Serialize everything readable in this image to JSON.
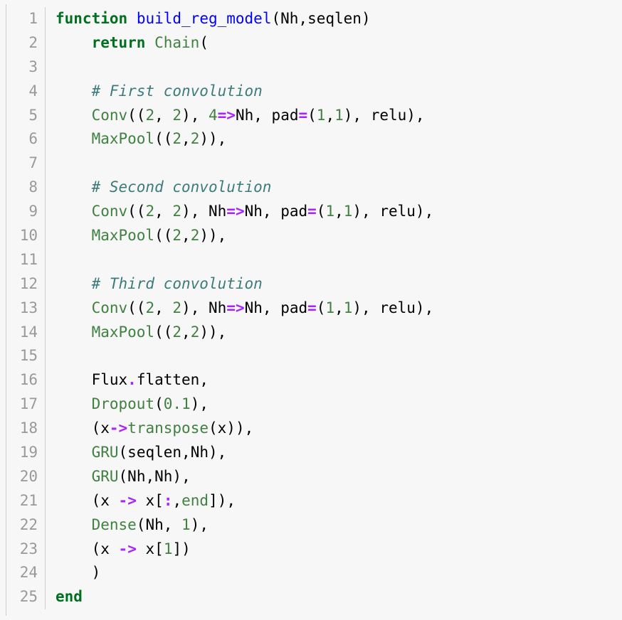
{
  "editor": {
    "language": "julia",
    "background_color": "#f7f7f7",
    "gutter_color": "#999999",
    "total_lines": 25
  },
  "palette": {
    "keyword": "#007020",
    "function_name": "#0000ff",
    "callable": "#408040",
    "number": "#408040",
    "operator": "#aa22ff",
    "comment": "#3d7b7b",
    "text": "#000000",
    "gutter_text": "#999999",
    "background": "#f7f7f7",
    "border": "#d0d0d0"
  },
  "line_numbers": [
    "1",
    "2",
    "3",
    "4",
    "5",
    "6",
    "7",
    "8",
    "9",
    "10",
    "11",
    "12",
    "13",
    "14",
    "15",
    "16",
    "17",
    "18",
    "19",
    "20",
    "21",
    "22",
    "23",
    "24",
    "25"
  ],
  "code_lines": [
    {
      "n": 1,
      "text": "function build_reg_model(Nh,seqlen)",
      "tokens": [
        {
          "t": "function",
          "c": "kw"
        },
        {
          "t": " ",
          "c": "punct"
        },
        {
          "t": "build_reg_model",
          "c": "fname"
        },
        {
          "t": "(",
          "c": "punct"
        },
        {
          "t": "Nh",
          "c": "name"
        },
        {
          "t": ",",
          "c": "punct"
        },
        {
          "t": "seqlen",
          "c": "name"
        },
        {
          "t": ")",
          "c": "punct"
        }
      ]
    },
    {
      "n": 2,
      "text": "    return Chain(",
      "tokens": [
        {
          "t": "    ",
          "c": "punct"
        },
        {
          "t": "return",
          "c": "kw"
        },
        {
          "t": " ",
          "c": "punct"
        },
        {
          "t": "Chain",
          "c": "fn"
        },
        {
          "t": "(",
          "c": "punct"
        }
      ]
    },
    {
      "n": 3,
      "text": "",
      "tokens": []
    },
    {
      "n": 4,
      "text": "    # First convolution",
      "tokens": [
        {
          "t": "    ",
          "c": "punct"
        },
        {
          "t": "# First convolution",
          "c": "comment"
        }
      ]
    },
    {
      "n": 5,
      "text": "    Conv((2, 2), 4=>Nh, pad=(1,1), relu),",
      "tokens": [
        {
          "t": "    ",
          "c": "punct"
        },
        {
          "t": "Conv",
          "c": "fn"
        },
        {
          "t": "((",
          "c": "punct"
        },
        {
          "t": "2",
          "c": "num"
        },
        {
          "t": ", ",
          "c": "punct"
        },
        {
          "t": "2",
          "c": "num"
        },
        {
          "t": "), ",
          "c": "punct"
        },
        {
          "t": "4",
          "c": "num"
        },
        {
          "t": "=>",
          "c": "op"
        },
        {
          "t": "Nh",
          "c": "name"
        },
        {
          "t": ", ",
          "c": "punct"
        },
        {
          "t": "pad",
          "c": "name"
        },
        {
          "t": "=",
          "c": "op"
        },
        {
          "t": "(",
          "c": "punct"
        },
        {
          "t": "1",
          "c": "num"
        },
        {
          "t": ",",
          "c": "punct"
        },
        {
          "t": "1",
          "c": "num"
        },
        {
          "t": "), ",
          "c": "punct"
        },
        {
          "t": "relu",
          "c": "name"
        },
        {
          "t": "),",
          "c": "punct"
        }
      ]
    },
    {
      "n": 6,
      "text": "    MaxPool((2,2)),",
      "tokens": [
        {
          "t": "    ",
          "c": "punct"
        },
        {
          "t": "MaxPool",
          "c": "fn"
        },
        {
          "t": "((",
          "c": "punct"
        },
        {
          "t": "2",
          "c": "num"
        },
        {
          "t": ",",
          "c": "punct"
        },
        {
          "t": "2",
          "c": "num"
        },
        {
          "t": ")),",
          "c": "punct"
        }
      ]
    },
    {
      "n": 7,
      "text": "",
      "tokens": []
    },
    {
      "n": 8,
      "text": "    # Second convolution",
      "tokens": [
        {
          "t": "    ",
          "c": "punct"
        },
        {
          "t": "# Second convolution",
          "c": "comment"
        }
      ]
    },
    {
      "n": 9,
      "text": "    Conv((2, 2), Nh=>Nh, pad=(1,1), relu),",
      "tokens": [
        {
          "t": "    ",
          "c": "punct"
        },
        {
          "t": "Conv",
          "c": "fn"
        },
        {
          "t": "((",
          "c": "punct"
        },
        {
          "t": "2",
          "c": "num"
        },
        {
          "t": ", ",
          "c": "punct"
        },
        {
          "t": "2",
          "c": "num"
        },
        {
          "t": "), ",
          "c": "punct"
        },
        {
          "t": "Nh",
          "c": "name"
        },
        {
          "t": "=>",
          "c": "op"
        },
        {
          "t": "Nh",
          "c": "name"
        },
        {
          "t": ", ",
          "c": "punct"
        },
        {
          "t": "pad",
          "c": "name"
        },
        {
          "t": "=",
          "c": "op"
        },
        {
          "t": "(",
          "c": "punct"
        },
        {
          "t": "1",
          "c": "num"
        },
        {
          "t": ",",
          "c": "punct"
        },
        {
          "t": "1",
          "c": "num"
        },
        {
          "t": "), ",
          "c": "punct"
        },
        {
          "t": "relu",
          "c": "name"
        },
        {
          "t": "),",
          "c": "punct"
        }
      ]
    },
    {
      "n": 10,
      "text": "    MaxPool((2,2)),",
      "tokens": [
        {
          "t": "    ",
          "c": "punct"
        },
        {
          "t": "MaxPool",
          "c": "fn"
        },
        {
          "t": "((",
          "c": "punct"
        },
        {
          "t": "2",
          "c": "num"
        },
        {
          "t": ",",
          "c": "punct"
        },
        {
          "t": "2",
          "c": "num"
        },
        {
          "t": ")),",
          "c": "punct"
        }
      ]
    },
    {
      "n": 11,
      "text": "",
      "tokens": []
    },
    {
      "n": 12,
      "text": "    # Third convolution",
      "tokens": [
        {
          "t": "    ",
          "c": "punct"
        },
        {
          "t": "# Third convolution",
          "c": "comment"
        }
      ]
    },
    {
      "n": 13,
      "text": "    Conv((2, 2), Nh=>Nh, pad=(1,1), relu),",
      "tokens": [
        {
          "t": "    ",
          "c": "punct"
        },
        {
          "t": "Conv",
          "c": "fn"
        },
        {
          "t": "((",
          "c": "punct"
        },
        {
          "t": "2",
          "c": "num"
        },
        {
          "t": ", ",
          "c": "punct"
        },
        {
          "t": "2",
          "c": "num"
        },
        {
          "t": "), ",
          "c": "punct"
        },
        {
          "t": "Nh",
          "c": "name"
        },
        {
          "t": "=>",
          "c": "op"
        },
        {
          "t": "Nh",
          "c": "name"
        },
        {
          "t": ", ",
          "c": "punct"
        },
        {
          "t": "pad",
          "c": "name"
        },
        {
          "t": "=",
          "c": "op"
        },
        {
          "t": "(",
          "c": "punct"
        },
        {
          "t": "1",
          "c": "num"
        },
        {
          "t": ",",
          "c": "punct"
        },
        {
          "t": "1",
          "c": "num"
        },
        {
          "t": "), ",
          "c": "punct"
        },
        {
          "t": "relu",
          "c": "name"
        },
        {
          "t": "),",
          "c": "punct"
        }
      ]
    },
    {
      "n": 14,
      "text": "    MaxPool((2,2)),",
      "tokens": [
        {
          "t": "    ",
          "c": "punct"
        },
        {
          "t": "MaxPool",
          "c": "fn"
        },
        {
          "t": "((",
          "c": "punct"
        },
        {
          "t": "2",
          "c": "num"
        },
        {
          "t": ",",
          "c": "punct"
        },
        {
          "t": "2",
          "c": "num"
        },
        {
          "t": ")),",
          "c": "punct"
        }
      ]
    },
    {
      "n": 15,
      "text": "",
      "tokens": []
    },
    {
      "n": 16,
      "text": "    Flux.flatten,",
      "tokens": [
        {
          "t": "    ",
          "c": "punct"
        },
        {
          "t": "Flux",
          "c": "name"
        },
        {
          "t": ".",
          "c": "op"
        },
        {
          "t": "flatten",
          "c": "name"
        },
        {
          "t": ",",
          "c": "punct"
        }
      ]
    },
    {
      "n": 17,
      "text": "    Dropout(0.1),",
      "tokens": [
        {
          "t": "    ",
          "c": "punct"
        },
        {
          "t": "Dropout",
          "c": "fn"
        },
        {
          "t": "(",
          "c": "punct"
        },
        {
          "t": "0.1",
          "c": "num"
        },
        {
          "t": "),",
          "c": "punct"
        }
      ]
    },
    {
      "n": 18,
      "text": "    (x->transpose(x)),",
      "tokens": [
        {
          "t": "    ",
          "c": "punct"
        },
        {
          "t": "(",
          "c": "punct"
        },
        {
          "t": "x",
          "c": "name"
        },
        {
          "t": "->",
          "c": "op"
        },
        {
          "t": "transpose",
          "c": "fn"
        },
        {
          "t": "(",
          "c": "punct"
        },
        {
          "t": "x",
          "c": "name"
        },
        {
          "t": ")),",
          "c": "punct"
        }
      ]
    },
    {
      "n": 19,
      "text": "    GRU(seqlen,Nh),",
      "tokens": [
        {
          "t": "    ",
          "c": "punct"
        },
        {
          "t": "GRU",
          "c": "fn"
        },
        {
          "t": "(",
          "c": "punct"
        },
        {
          "t": "seqlen",
          "c": "name"
        },
        {
          "t": ",",
          "c": "punct"
        },
        {
          "t": "Nh",
          "c": "name"
        },
        {
          "t": "),",
          "c": "punct"
        }
      ]
    },
    {
      "n": 20,
      "text": "    GRU(Nh,Nh),",
      "tokens": [
        {
          "t": "    ",
          "c": "punct"
        },
        {
          "t": "GRU",
          "c": "fn"
        },
        {
          "t": "(",
          "c": "punct"
        },
        {
          "t": "Nh",
          "c": "name"
        },
        {
          "t": ",",
          "c": "punct"
        },
        {
          "t": "Nh",
          "c": "name"
        },
        {
          "t": "),",
          "c": "punct"
        }
      ]
    },
    {
      "n": 21,
      "text": "    (x -> x[:,end]),",
      "tokens": [
        {
          "t": "    ",
          "c": "punct"
        },
        {
          "t": "(",
          "c": "punct"
        },
        {
          "t": "x",
          "c": "name"
        },
        {
          "t": " ",
          "c": "punct"
        },
        {
          "t": "->",
          "c": "op"
        },
        {
          "t": " ",
          "c": "punct"
        },
        {
          "t": "x",
          "c": "name"
        },
        {
          "t": "[",
          "c": "punct"
        },
        {
          "t": ":",
          "c": "op"
        },
        {
          "t": ",",
          "c": "punct"
        },
        {
          "t": "end",
          "c": "num"
        },
        {
          "t": "]),",
          "c": "punct"
        }
      ]
    },
    {
      "n": 22,
      "text": "    Dense(Nh, 1),",
      "tokens": [
        {
          "t": "    ",
          "c": "punct"
        },
        {
          "t": "Dense",
          "c": "fn"
        },
        {
          "t": "(",
          "c": "punct"
        },
        {
          "t": "Nh",
          "c": "name"
        },
        {
          "t": ", ",
          "c": "punct"
        },
        {
          "t": "1",
          "c": "num"
        },
        {
          "t": "),",
          "c": "punct"
        }
      ]
    },
    {
      "n": 23,
      "text": "    (x -> x[1])",
      "tokens": [
        {
          "t": "    ",
          "c": "punct"
        },
        {
          "t": "(",
          "c": "punct"
        },
        {
          "t": "x",
          "c": "name"
        },
        {
          "t": " ",
          "c": "punct"
        },
        {
          "t": "->",
          "c": "op"
        },
        {
          "t": " ",
          "c": "punct"
        },
        {
          "t": "x",
          "c": "name"
        },
        {
          "t": "[",
          "c": "punct"
        },
        {
          "t": "1",
          "c": "num"
        },
        {
          "t": "])",
          "c": "punct"
        }
      ]
    },
    {
      "n": 24,
      "text": "    )",
      "tokens": [
        {
          "t": "    ",
          "c": "punct"
        },
        {
          "t": ")",
          "c": "punct"
        }
      ]
    },
    {
      "n": 25,
      "text": "end",
      "tokens": [
        {
          "t": "end",
          "c": "kw"
        }
      ]
    }
  ]
}
